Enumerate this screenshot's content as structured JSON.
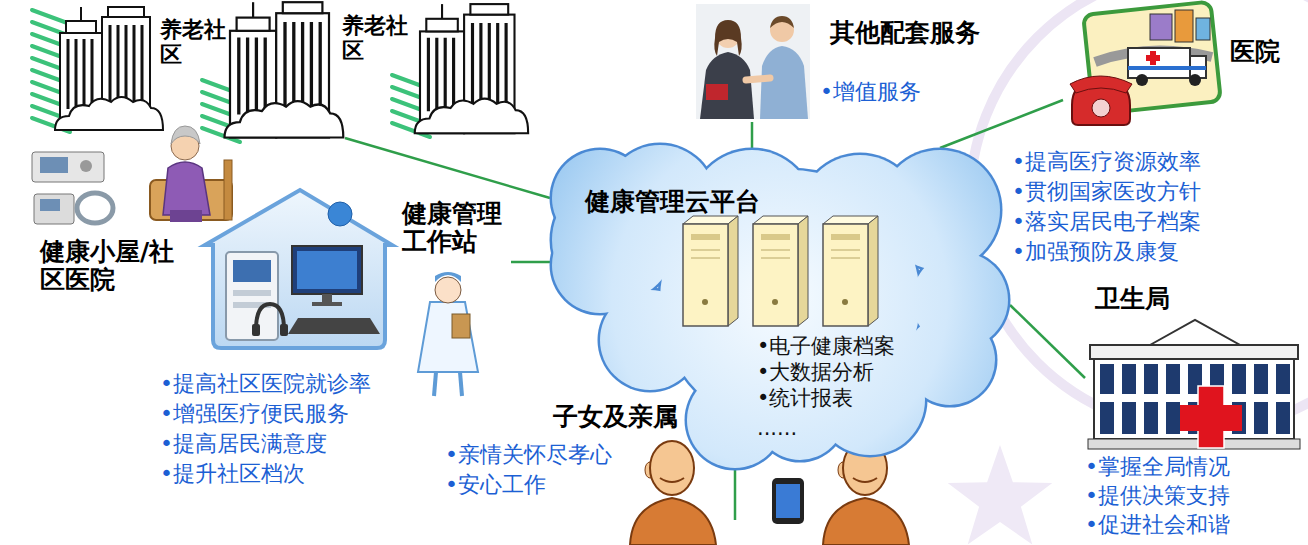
{
  "diagram": {
    "nodes": [
      {
        "text": [
          "养老社区"
        ]
      },
      {
        "text": [
          "养老社区"
        ]
      },
      {
        "text": [
          "其他配套服务"
        ]
      },
      {
        "text": [
          "医院"
        ]
      },
      {
        "text": [
          "健康小屋/社区医院"
        ]
      },
      {
        "text": [
          "健康管理工作站"
        ]
      },
      {
        "text": [
          "健康管理云平台",
          "•电子健康档案",
          "•大数据分析",
          "•统计报表",
          "......"
        ]
      },
      {
        "text": [
          "卫生局"
        ]
      },
      {
        "text": [
          "子女及亲属"
        ]
      }
    ],
    "edges": [
      {
        "from": 1,
        "to": 6,
        "arrow": "none"
      },
      {
        "from": 2,
        "to": 6,
        "arrow": "none"
      },
      {
        "from": 3,
        "to": 6,
        "arrow": "none"
      },
      {
        "from": 5,
        "to": 6,
        "arrow": "none"
      },
      {
        "from": 7,
        "to": 6,
        "arrow": "none"
      },
      {
        "from": 8,
        "to": 6,
        "arrow": "none"
      }
    ],
    "labels": [
      "•增值服务",
      "•提高医疗资源效率",
      "•贯彻国家医改方针",
      "•落实居民电子档案",
      "•加强预防及康复",
      "•提高社区医院就诊率",
      "•增强医疗便民服务",
      "•提高居民满意度",
      "•提升社区档次",
      "•亲情关怀尽孝心",
      "•安心工作",
      "•掌握全局情况",
      "•提供决策支持",
      "•促进社会和谐"
    ]
  }
}
